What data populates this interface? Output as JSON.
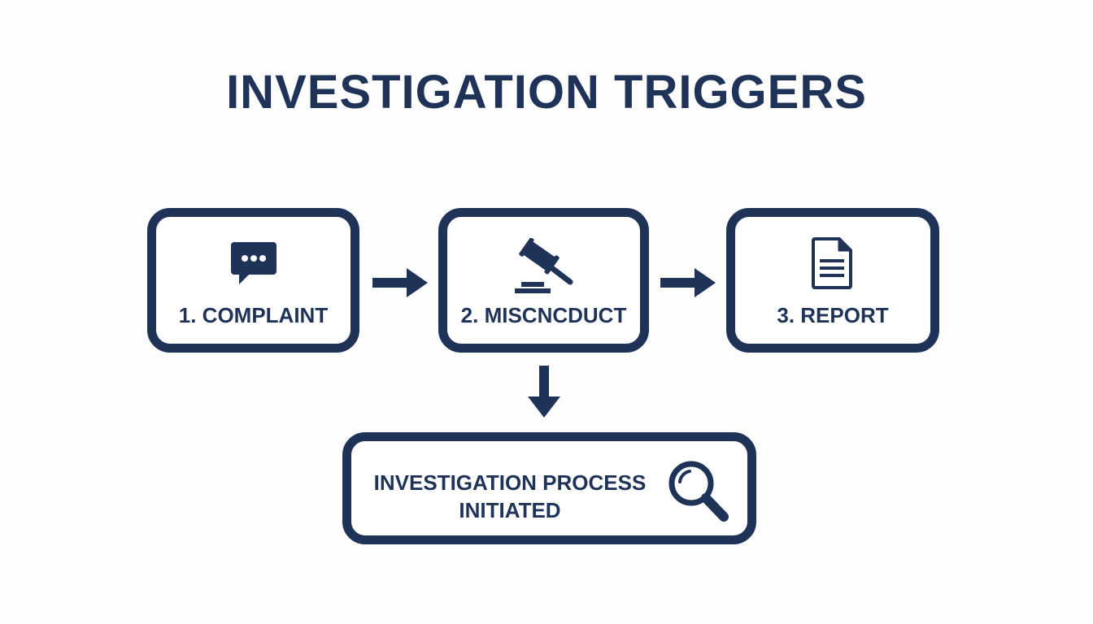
{
  "title": "INVESTIGATION TRIGGERS",
  "steps": [
    {
      "label": "1. COMPLAINT",
      "icon": "chat-bubble-icon"
    },
    {
      "label": "2. MISCNCDUCT",
      "icon": "gavel-icon"
    },
    {
      "label": "3. REPORT",
      "icon": "document-icon"
    }
  ],
  "result": {
    "line1": "INVESTIGATION PROCESS",
    "line2": "INITIATED",
    "icon": "magnifier-icon"
  },
  "colors": {
    "primary": "#1f3359",
    "background": "#fdfdfd"
  }
}
